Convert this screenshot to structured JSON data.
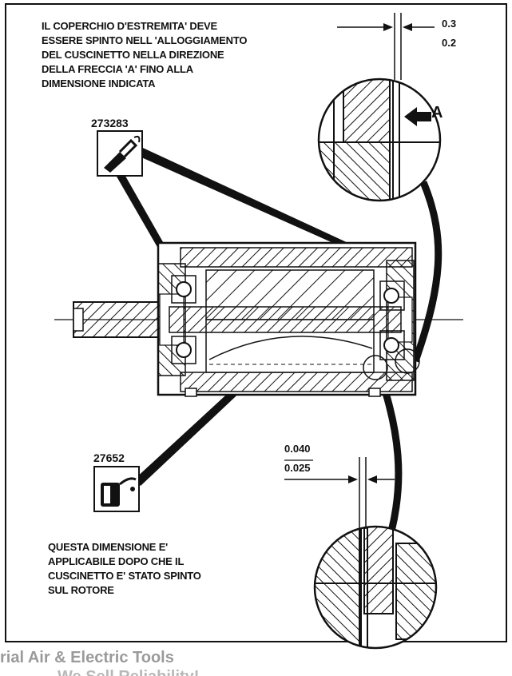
{
  "caption_top": [
    "IL COPERCHIO D'ESTREMITA' DEVE",
    "ESSERE SPINTO NELL 'ALLOGGIAMENTO",
    "DEL CUSCINETTO NELLA DIREZIONE",
    "DELLA FRECCIA 'A' FINO ALLA",
    "DIMENSIONE INDICATA"
  ],
  "caption_bottom": [
    "QUESTA DIMENSIONE E'",
    "APPLICABILE DOPO CHE IL",
    "CUSCINETTO E' STATO SPINTO",
    "SUL ROTORE"
  ],
  "parts": {
    "grease_number": "273283",
    "oil_number": "27652"
  },
  "dimensions": {
    "top_max": "0.3",
    "top_min": "0.2",
    "bottom_max": "0.040",
    "bottom_min": "0.025"
  },
  "arrow_label": "A",
  "watermark": {
    "line1": "rial Air & Electric Tools",
    "line2": "We Sell Reliability!"
  },
  "icons": {
    "grease": "grease-gun-icon",
    "oil": "oil-can-icon"
  }
}
